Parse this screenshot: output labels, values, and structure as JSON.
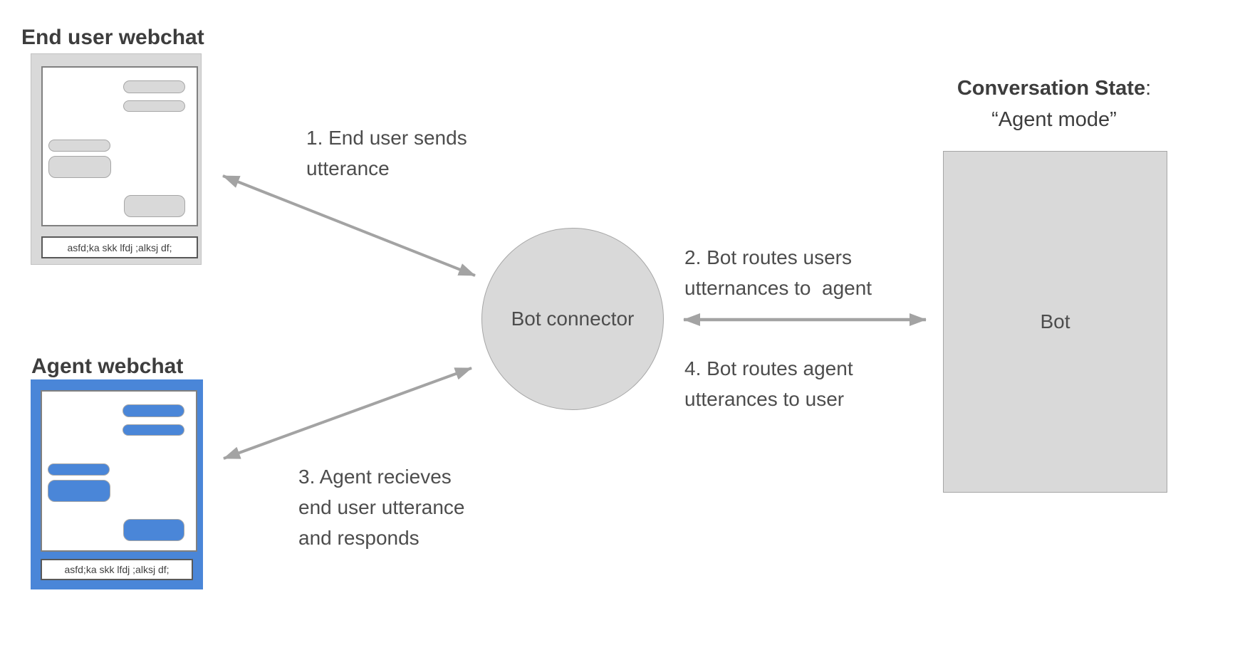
{
  "canvas": {
    "background": "#ffffff"
  },
  "colors": {
    "shape_gray_fill": "#d9d9d9",
    "shape_gray_border": "#a6a6a6",
    "accent_blue": "#4a86d8",
    "arrow_gray": "#a3a3a3",
    "title_text": "#3d3d3d",
    "label_text": "#4d4d4d"
  },
  "end_user_webchat": {
    "title": "End user webchat",
    "input_text": "asfd;ka skk lfdj ;alksj df;"
  },
  "agent_webchat": {
    "title": "Agent webchat",
    "input_text": "asfd;ka skk lfdj ;alksj df;"
  },
  "bot_connector": {
    "label": "Bot connector"
  },
  "bot": {
    "label": "Bot"
  },
  "conversation_state": {
    "heading_bold": "Conversation State",
    "heading_suffix": ":",
    "subheading": "“Agent mode”"
  },
  "annotations": {
    "step1": "1. End user sends\nutterance",
    "step2": "2. Bot routes users\nutternances to  agent",
    "step3": "3. Agent recieves\nend user utterance\nand responds",
    "step4": "4. Bot routes agent\nutterances to user"
  }
}
